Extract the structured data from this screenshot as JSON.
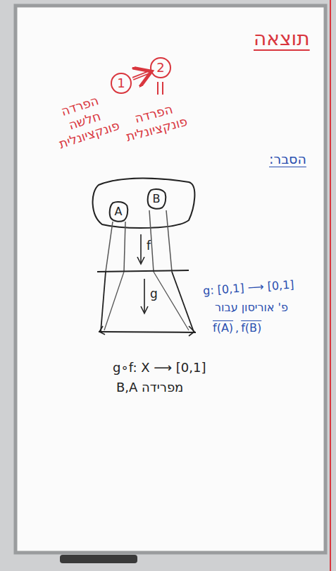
{
  "diagram": {
    "title": "תוצאה",
    "nodes": [
      {
        "text": [
          "1"
        ]
      },
      {
        "text": [
          "2"
        ]
      },
      {
        "text": [
          "A"
        ]
      },
      {
        "text": [
          "B"
        ]
      }
    ],
    "edges": [
      {
        "from": 0,
        "to": 1,
        "arrow": "to"
      }
    ],
    "labels": [
      "הפרדה חלשה פונקציונלית",
      "הפרדה פונקציונלית",
      "הסבר:",
      "f",
      "g",
      "g: [0,1] ⟶ [0,1]",
      "פ' אוריסון עבור",
      "f(A)",
      ",",
      "f(B)",
      "g∘f: X ⟶ [0,1]",
      "B,A מפרידה"
    ]
  }
}
